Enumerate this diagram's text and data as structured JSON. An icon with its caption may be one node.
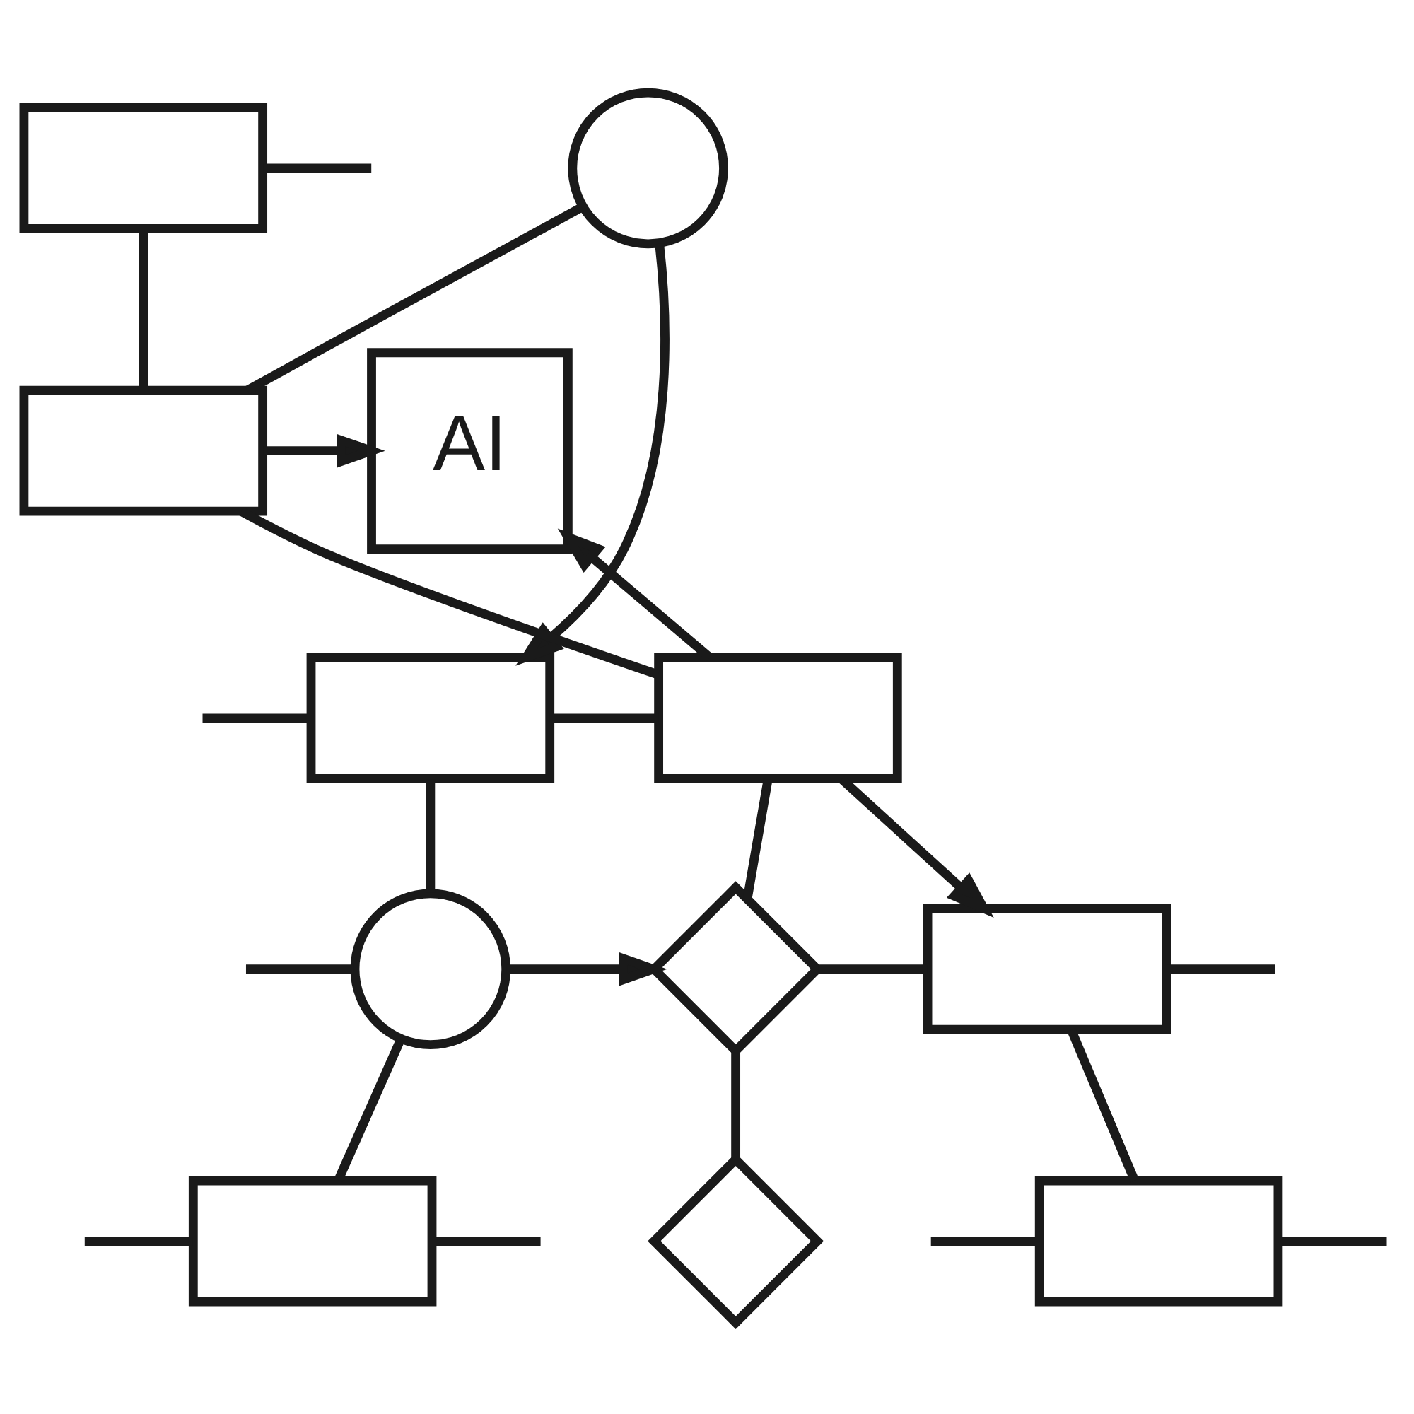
{
  "diagram": {
    "nodes": [
      {
        "text": [],
        "shape": "circle"
      },
      {
        "text": [],
        "shape": "box"
      },
      {
        "text": [],
        "shape": "box"
      },
      {
        "text": [
          "AI"
        ]
      },
      {
        "text": [],
        "shape": "box"
      },
      {
        "text": [],
        "shape": "box"
      },
      {
        "text": [],
        "shape": "circle"
      },
      {
        "text": [],
        "shape": "diamond"
      },
      {
        "text": [],
        "shape": "box"
      },
      {
        "text": [],
        "shape": "box"
      },
      {
        "text": [],
        "shape": "diamond"
      },
      {
        "text": [],
        "shape": "box"
      }
    ],
    "edges": [
      {
        "from": 0,
        "to": 4,
        "arrow": "to"
      },
      {
        "from": 0,
        "to": 2,
        "arrow": "none"
      },
      {
        "from": 1,
        "to": 2,
        "arrow": "none"
      },
      {
        "from": 1,
        "to": null,
        "arrow": "none"
      },
      {
        "from": 2,
        "to": 3,
        "arrow": "to"
      },
      {
        "from": 2,
        "to": 5,
        "arrow": "none"
      },
      {
        "from": null,
        "to": 4,
        "arrow": "none"
      },
      {
        "from": 4,
        "to": 5,
        "arrow": "none"
      },
      {
        "from": 5,
        "to": 3,
        "arrow": "to"
      },
      {
        "from": 5,
        "to": 8,
        "arrow": "to"
      },
      {
        "from": 4,
        "to": 6,
        "arrow": "none"
      },
      {
        "from": 5,
        "to": 7,
        "arrow": "none"
      },
      {
        "from": null,
        "to": 6,
        "arrow": "none"
      },
      {
        "from": 6,
        "to": 7,
        "arrow": "to"
      },
      {
        "from": 7,
        "to": 8,
        "arrow": "none"
      },
      {
        "from": 8,
        "to": null,
        "arrow": "none"
      },
      {
        "from": 6,
        "to": 9,
        "arrow": "none"
      },
      {
        "from": 7,
        "to": 10,
        "arrow": "none"
      },
      {
        "from": 8,
        "to": 11,
        "arrow": "none"
      },
      {
        "from": null,
        "to": 9,
        "arrow": "none"
      },
      {
        "from": 9,
        "to": null,
        "arrow": "none"
      },
      {
        "from": null,
        "to": 11,
        "arrow": "none"
      },
      {
        "from": 11,
        "to": null,
        "arrow": "none"
      }
    ]
  }
}
